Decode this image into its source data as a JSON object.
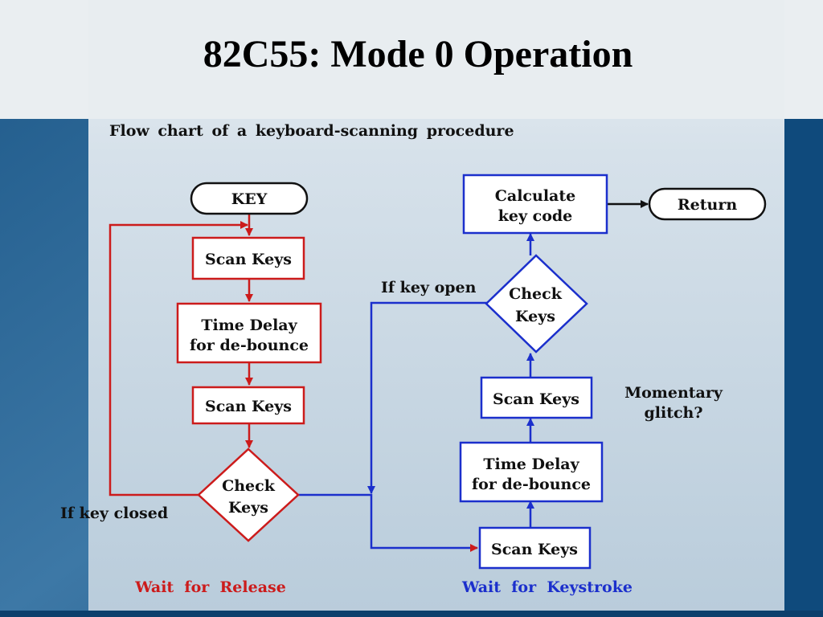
{
  "slide": {
    "title": "82C55: Mode 0 Operation",
    "subtitle": "Flow chart of a keyboard-scanning procedure"
  },
  "flowchart": {
    "nodes": {
      "key": {
        "label": "KEY"
      },
      "scan1": {
        "label": "Scan Keys"
      },
      "delay1": {
        "line1": "Time Delay",
        "line2": "for de-bounce"
      },
      "scan2": {
        "label": "Scan Keys"
      },
      "check1": {
        "line1": "Check",
        "line2": "Keys"
      },
      "scan3": {
        "label": "Scan Keys"
      },
      "delay2": {
        "line1": "Time Delay",
        "line2": "for de-bounce"
      },
      "scan4": {
        "label": "Scan Keys"
      },
      "check2": {
        "line1": "Check",
        "line2": "Keys"
      },
      "calc": {
        "line1": "Calculate",
        "line2": "key code"
      },
      "return": {
        "label": "Return"
      }
    },
    "annotations": {
      "if_key_closed": "If key closed",
      "if_key_open": "If key open",
      "momentary_line1": "Momentary",
      "momentary_line2": "glitch?",
      "wait_release": "Wait  for  Release",
      "wait_keystroke": "Wait  for  Keystroke"
    },
    "colors": {
      "release_loop": "#cc1b1b",
      "keystroke_loop": "#1b2fcc",
      "terminal": "#111111",
      "box_fill": "#ffffff"
    }
  }
}
